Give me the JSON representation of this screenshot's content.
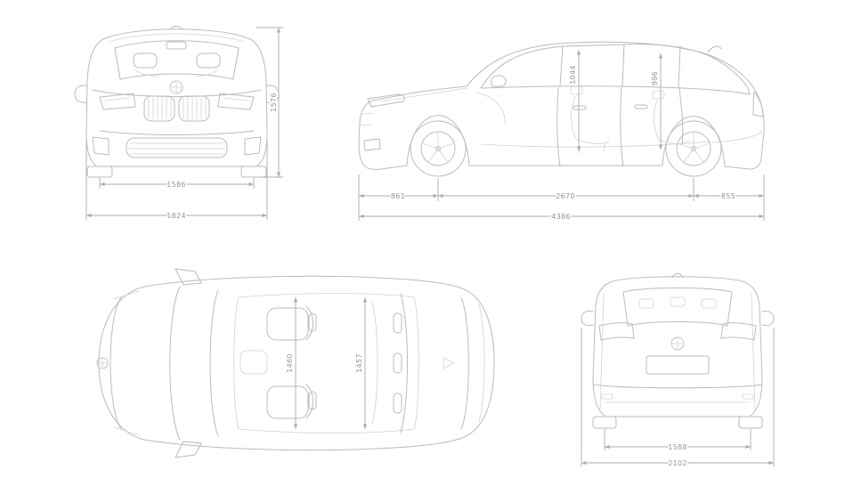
{
  "page": {
    "background": "#ffffff"
  },
  "drawing": {
    "line_color": "#b6bbc4",
    "dimension_line_color": "#a6acb7",
    "label_color": "#8d94a2"
  },
  "views": {
    "front": {
      "track_width": "1586",
      "overall_width": "1824",
      "overall_height": "1576"
    },
    "side": {
      "front_overhang": "861",
      "wheelbase": "2670",
      "rear_overhang": "855",
      "overall_length": "4386",
      "front_headroom": "1044",
      "rear_headroom": "996"
    },
    "top": {
      "front_interior_width": "1460",
      "rear_interior_width": "1457"
    },
    "rear": {
      "rear_track_width": "1588",
      "width_with_mirrors": "2102"
    }
  }
}
